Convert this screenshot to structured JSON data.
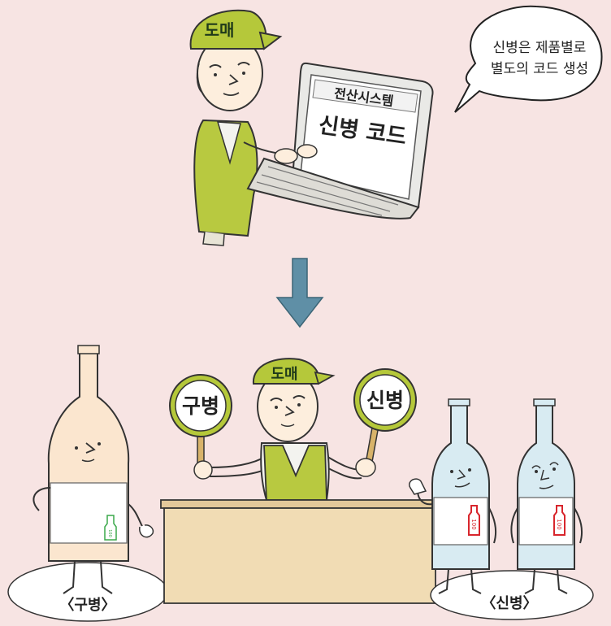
{
  "scene": {
    "speech_bubble": {
      "line1": "신병은 제품별로",
      "line2": "별도의 코드 생성"
    },
    "wholesaler_cap": "도매",
    "laptop": {
      "system_title": "전산시스템",
      "code_label": "신병 코드"
    },
    "paddles": {
      "left": "구병",
      "right": "신병"
    },
    "bottle_badge": "100",
    "labels": {
      "old_bottle": "〈구병〉",
      "new_bottle": "〈신병〉"
    }
  },
  "colors": {
    "background": "#f7e4e3",
    "cap_green": "#b5c83a",
    "vest_green": "#b8c940",
    "arrow_blue": "#5f8fa6",
    "old_bottle_fill": "#fbe6cf",
    "new_bottle_fill": "#d8ebf2",
    "badge_red": "#d8262d",
    "badge_green": "#3aa84a"
  }
}
